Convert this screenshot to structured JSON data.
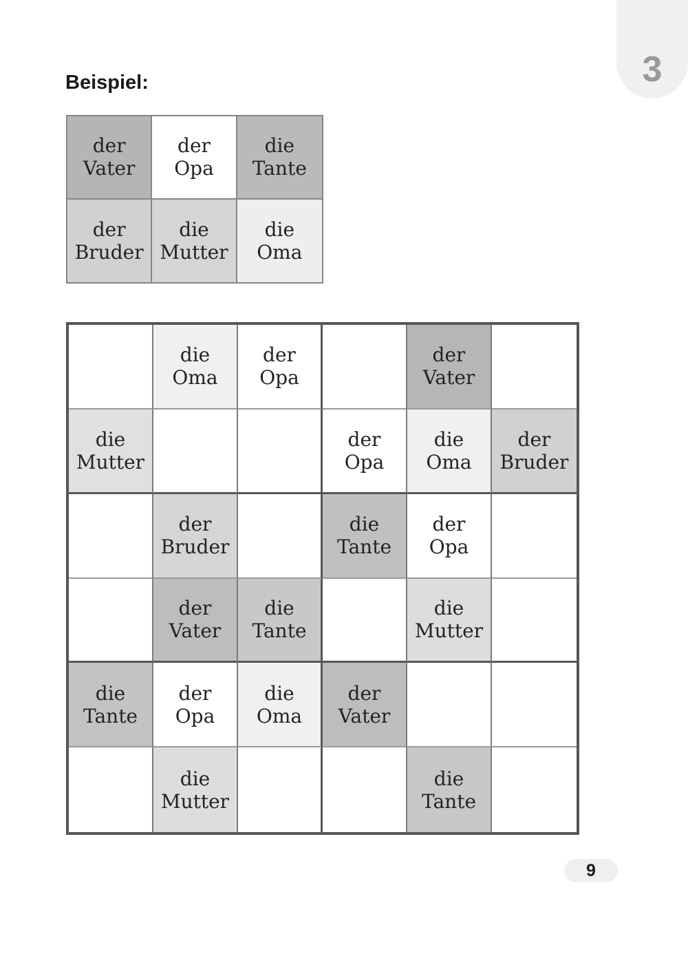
{
  "chapter_tab": {
    "number": "3",
    "bg_color": "#f0f0f1",
    "text_color": "#97999c"
  },
  "heading": "Beispiel:",
  "page_number": "9",
  "colors": {
    "vater": "#b5b7b6",
    "tante": "#c2c4c3",
    "bruder": "#d2d4d3",
    "mutter": "#dcdedd",
    "oma": "#eff0ef",
    "opa": "#ffffff",
    "thin_line": "#7b7b7b",
    "thick_line": "#565758"
  },
  "example_grid": {
    "rows": [
      {
        "cells": [
          {
            "text": "der\nVater",
            "bg": "#b4b6b5"
          },
          {
            "text": "der\nOpa",
            "bg": "#ffffff"
          },
          {
            "text": "die\nTante",
            "bg": "#b9bbba"
          }
        ]
      },
      {
        "cells": [
          {
            "text": "der\nBruder",
            "bg": "#d0d2d1"
          },
          {
            "text": "die\nMutter",
            "bg": "#d4d6d5"
          },
          {
            "text": "die\nOma",
            "bg": "#edeeed"
          }
        ]
      }
    ]
  },
  "puzzle_grid": {
    "rows": [
      {
        "cells": [
          {
            "text": "",
            "bg": "#ffffff"
          },
          {
            "text": "die\nOma",
            "bg": "#eff0ef"
          },
          {
            "text": "der\nOpa",
            "bg": "#ffffff"
          },
          {
            "text": "",
            "bg": "#ffffff"
          },
          {
            "text": "der\nVater",
            "bg": "#b5b7b6"
          },
          {
            "text": "",
            "bg": "#ffffff"
          }
        ]
      },
      {
        "cells": [
          {
            "text": "die\nMutter",
            "bg": "#dfe1e0"
          },
          {
            "text": "",
            "bg": "#ffffff"
          },
          {
            "text": "",
            "bg": "#ffffff"
          },
          {
            "text": "der\nOpa",
            "bg": "#ffffff"
          },
          {
            "text": "die\nOma",
            "bg": "#eff0ef"
          },
          {
            "text": "der\nBruder",
            "bg": "#d0d2d1"
          }
        ]
      },
      {
        "cells": [
          {
            "text": "",
            "bg": "#ffffff"
          },
          {
            "text": "der\nBruder",
            "bg": "#d4d6d5"
          },
          {
            "text": "",
            "bg": "#ffffff"
          },
          {
            "text": "die\nTante",
            "bg": "#bfc1c0"
          },
          {
            "text": "der\nOpa",
            "bg": "#ffffff"
          },
          {
            "text": "",
            "bg": "#ffffff"
          }
        ]
      },
      {
        "cells": [
          {
            "text": "",
            "bg": "#ffffff"
          },
          {
            "text": "der\nVater",
            "bg": "#bcbebd"
          },
          {
            "text": "die\nTante",
            "bg": "#c7c9c8"
          },
          {
            "text": "",
            "bg": "#ffffff"
          },
          {
            "text": "die\nMutter",
            "bg": "#dcdedd"
          },
          {
            "text": "",
            "bg": "#ffffff"
          }
        ]
      },
      {
        "cells": [
          {
            "text": "die\nTante",
            "bg": "#c2c4c3"
          },
          {
            "text": "der\nOpa",
            "bg": "#ffffff"
          },
          {
            "text": "die\nOma",
            "bg": "#eff0ef"
          },
          {
            "text": "der\nVater",
            "bg": "#bcbebd"
          },
          {
            "text": "",
            "bg": "#ffffff"
          },
          {
            "text": "",
            "bg": "#ffffff"
          }
        ]
      },
      {
        "cells": [
          {
            "text": "",
            "bg": "#ffffff"
          },
          {
            "text": "die\nMutter",
            "bg": "#dcdedd"
          },
          {
            "text": "",
            "bg": "#ffffff"
          },
          {
            "text": "",
            "bg": "#ffffff"
          },
          {
            "text": "die\nTante",
            "bg": "#c6c8c7"
          },
          {
            "text": "",
            "bg": "#ffffff"
          }
        ]
      }
    ]
  }
}
